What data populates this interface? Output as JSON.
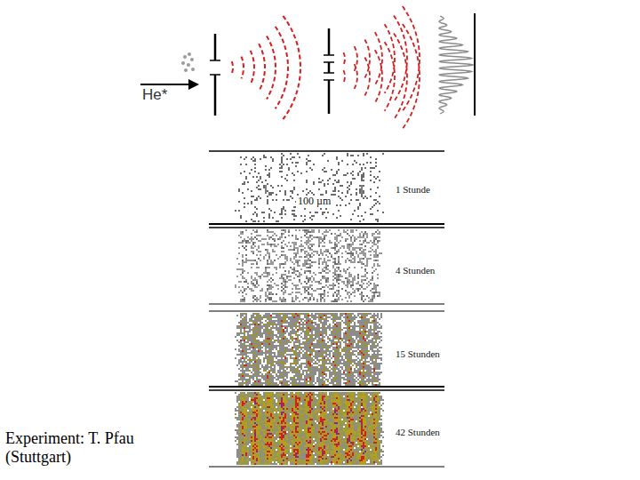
{
  "diagram": {
    "labels": [
      "He*",
      "100 µm",
      "1 Stunde",
      "4 Stunden",
      "15 Stunden",
      "42 Stunden",
      "Experiment: T. Pfau (Stuttgart)"
    ]
  }
}
